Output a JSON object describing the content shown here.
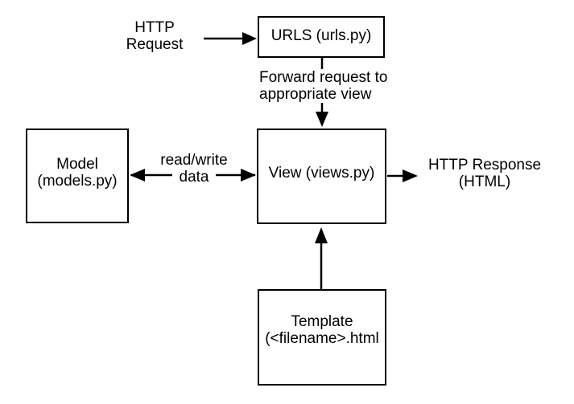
{
  "diagram": {
    "colors": {
      "stroke": "#000000",
      "background": "#ffffff",
      "box_fill": "#ffffff"
    },
    "nodes": {
      "urls": {
        "title": "URLS",
        "subtitle": "(urls.py)"
      },
      "model": {
        "title": "Model",
        "subtitle": "(models.py)"
      },
      "view": {
        "title": "View",
        "subtitle": "(views.py)"
      },
      "template": {
        "title": "Template",
        "subtitle": "(<filename>.html"
      }
    },
    "labels": {
      "http_request": {
        "line1": "HTTP",
        "line2": "Request"
      },
      "forward": {
        "line1": "Forward request to",
        "line2": "appropriate view"
      },
      "read_write": {
        "line1": "read/write",
        "line2": "data"
      },
      "http_response": {
        "line1": "HTTP Response",
        "line2": "(HTML)"
      }
    }
  }
}
